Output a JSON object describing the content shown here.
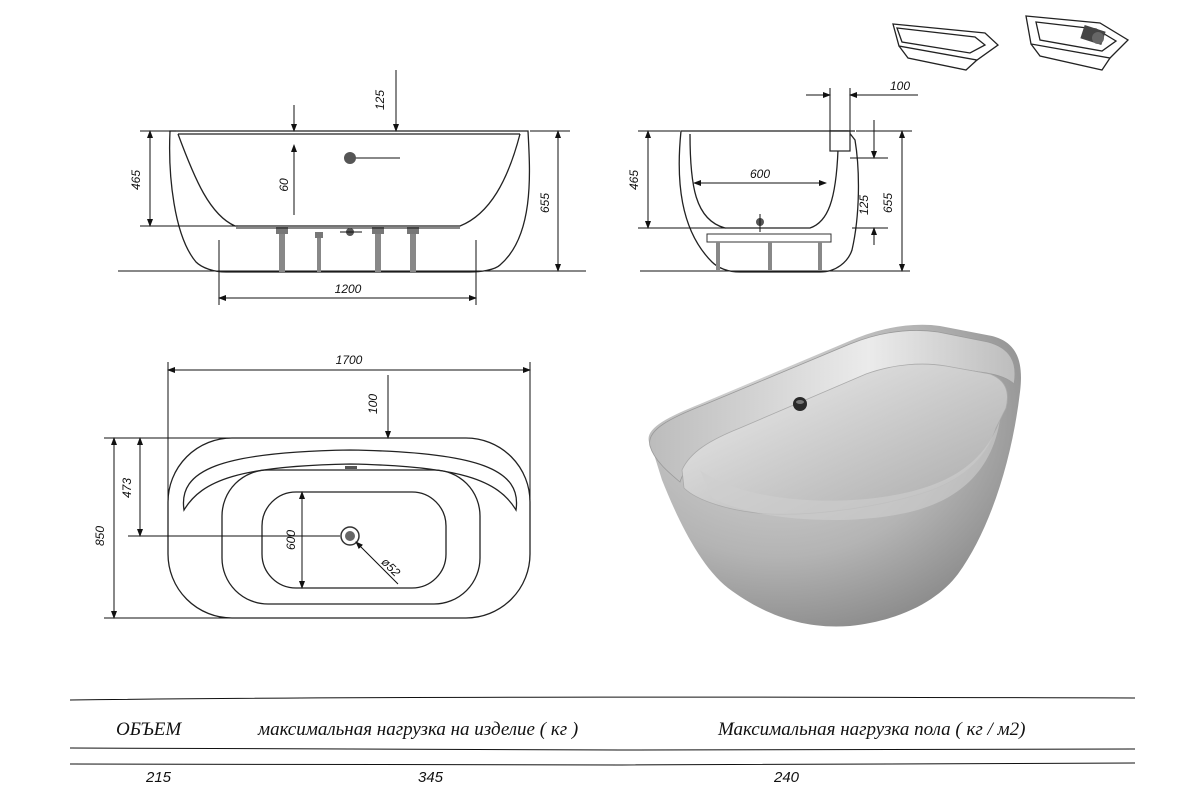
{
  "dimensions": {
    "front_view": {
      "drain_offset": "125",
      "rim_height": "465",
      "drain_depth": "60",
      "total_height": "655",
      "base_length": "1200"
    },
    "side_view": {
      "overflow_offset": "100",
      "rim_height": "465",
      "inner_width": "600",
      "drain_height": "125",
      "total_height": "655"
    },
    "top_view": {
      "length": "1700",
      "rim_offset": "100",
      "drain_position": "473",
      "width": "850",
      "inner_width": "600",
      "drain_diameter": "ø52"
    }
  },
  "spec_table": {
    "headers": [
      "ОБЪЕМ",
      "максимальная нагрузка на изделие ( кг )",
      "Максимальная нагрузка пола  ( кг / м2)"
    ],
    "values": [
      "215",
      "345",
      "240"
    ]
  }
}
